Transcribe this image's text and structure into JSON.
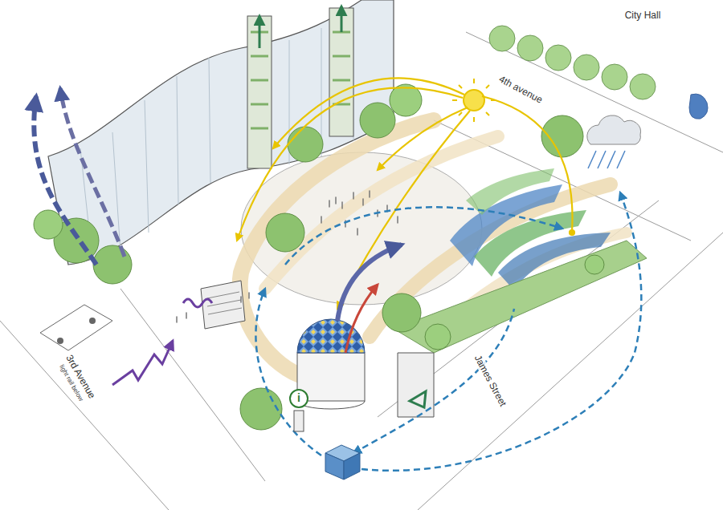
{
  "diagram": {
    "labels": [
      "City Hall",
      "4th avenue",
      "3rd Avenue",
      "light rail below",
      "James Street",
      "i"
    ]
  }
}
